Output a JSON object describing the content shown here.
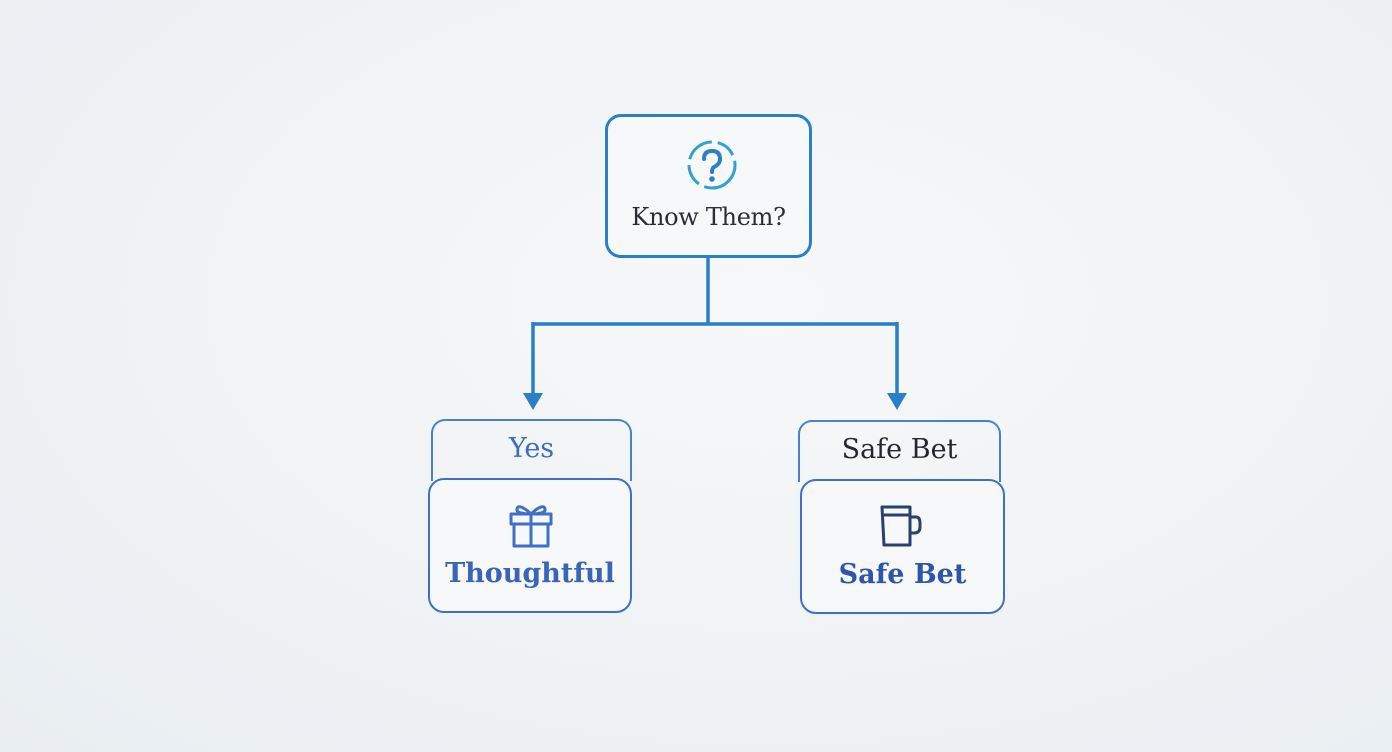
{
  "colors": {
    "connector": "#2a7fcb",
    "root_border": "#2b7fc4",
    "question_icon": "#31a0d4",
    "card_border": "#3f6fc6",
    "card_text": "#3a64b7",
    "dark_text": "#262631"
  },
  "root": {
    "icon": "question-circle-icon",
    "label": "Know Them?"
  },
  "branches": [
    {
      "tab_label": "Yes",
      "icon": "gift-icon",
      "card_label": "Thoughtful"
    },
    {
      "tab_label": "Safe Bet",
      "icon": "mug-icon",
      "card_label": "Safe Bet"
    }
  ]
}
